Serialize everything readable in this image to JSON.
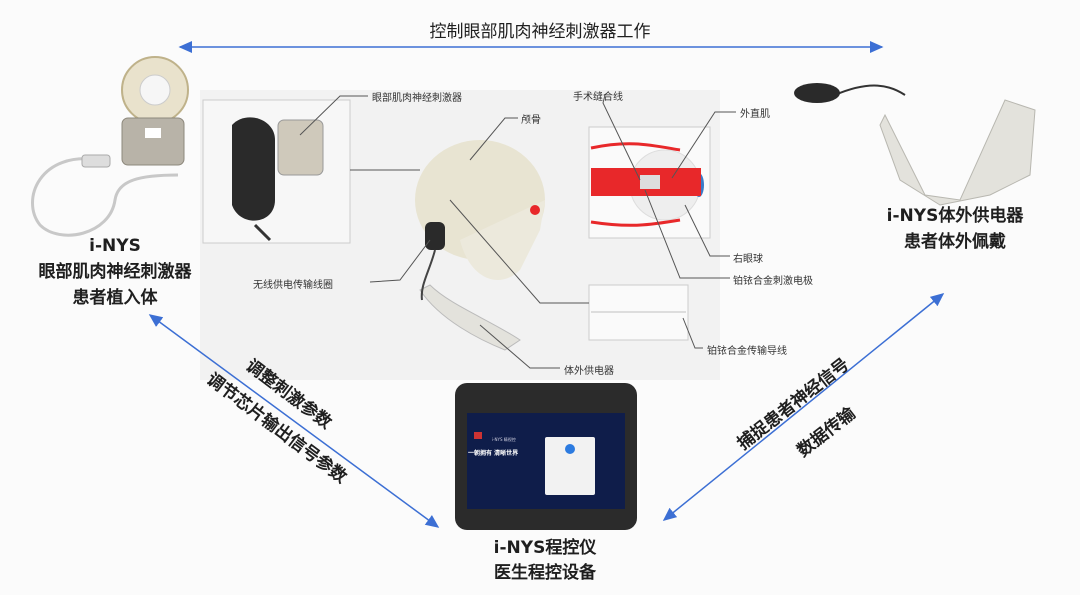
{
  "top_label": "控制眼部肌肉神经刺激器工作",
  "implant": {
    "line1": "i-NYS",
    "line2": "眼部肌肉神经刺激器",
    "line3": "患者植入体"
  },
  "external": {
    "line1": "i-NYS体外供电器",
    "line2": "患者体外佩戴"
  },
  "programmer": {
    "line1": "i-NYS程控仪",
    "line2": "医生程控设备"
  },
  "left_arrow": {
    "line1": "调整刺激参数",
    "line2": "调节芯片输出信号参数"
  },
  "right_arrow": {
    "line1": "捕捉患者神经信号",
    "line2": "数据传输"
  },
  "callouts": {
    "stimulator": "眼部肌肉神经刺激器",
    "skull": "颅骨",
    "suture": "手术缝合线",
    "lateral_rectus": "外直肌",
    "right_eyeball": "右眼球",
    "electrode": "铂铱合金刺激电极",
    "coil": "无线供电传输线圈",
    "lead": "铂铱合金传输导线",
    "external_power": "体外供电器"
  },
  "tablet_screen": {
    "title": "i-NYS 睛视控",
    "slogan": "一朝拥有 清晰世界"
  },
  "colors": {
    "arrow": "#3c6fd4",
    "muscle": "#e8282a",
    "screen": "#0f1d4a"
  }
}
